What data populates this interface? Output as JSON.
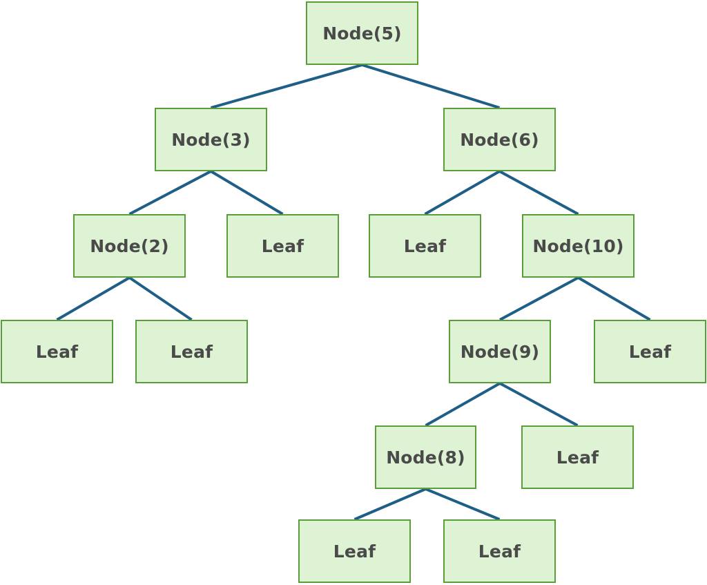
{
  "colors": {
    "node_fill": "#ddf3d3",
    "node_border": "#5a9e3a",
    "edge": "#1f5f87",
    "text": "#4a4a4a"
  },
  "nodes": {
    "root": "Node(5)",
    "n3": "Node(3)",
    "n6": "Node(6)",
    "n2": "Node(2)",
    "n3_right": "Leaf",
    "n6_left": "Leaf",
    "n10": "Node(10)",
    "n2_left": "Leaf",
    "n2_right": "Leaf",
    "n9": "Node(9)",
    "n10_right": "Leaf",
    "n8": "Node(8)",
    "n9_right": "Leaf",
    "n8_left": "Leaf",
    "n8_right": "Leaf"
  }
}
